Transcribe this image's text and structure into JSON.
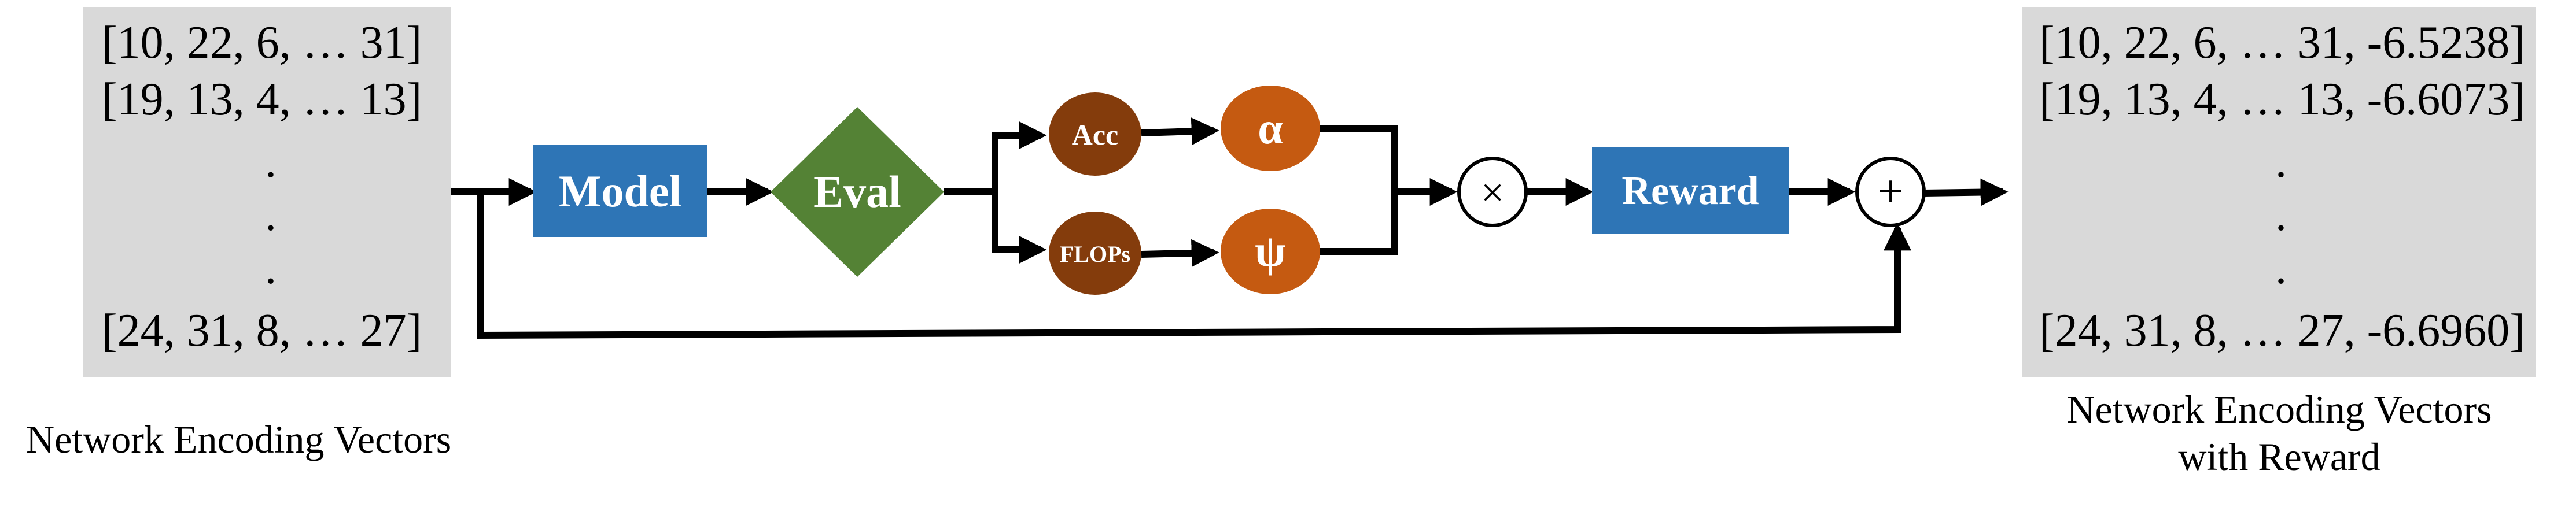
{
  "input_vectors": {
    "rows": [
      "[10, 22, 6, … 31]",
      "[19, 13, 4, … 13]",
      "[24, 31, 8, … 27]"
    ],
    "ellipsis": ".",
    "caption": "Network Encoding Vectors"
  },
  "output_vectors": {
    "rows": [
      "[10, 22, 6, … 31, -6.5238]",
      "[19, 13, 4, … 13, -6.6073]",
      "[24, 31, 8, … 27, -6.6960]"
    ],
    "ellipsis": ".",
    "caption_line1": "Network Encoding Vectors",
    "caption_line2": "with Reward"
  },
  "nodes": {
    "model": "Model",
    "eval": "Eval",
    "acc": "Acc",
    "flops": "FLOPs",
    "alpha": "α",
    "psi": "ψ",
    "multiply": "×",
    "reward": "Reward",
    "add": "+"
  },
  "colors": {
    "box_gray": "#d9d9d9",
    "blue": "#2e75b6",
    "green": "#548235",
    "dark_brown": "#843c0c",
    "orange": "#c55a11",
    "black": "#000000"
  }
}
